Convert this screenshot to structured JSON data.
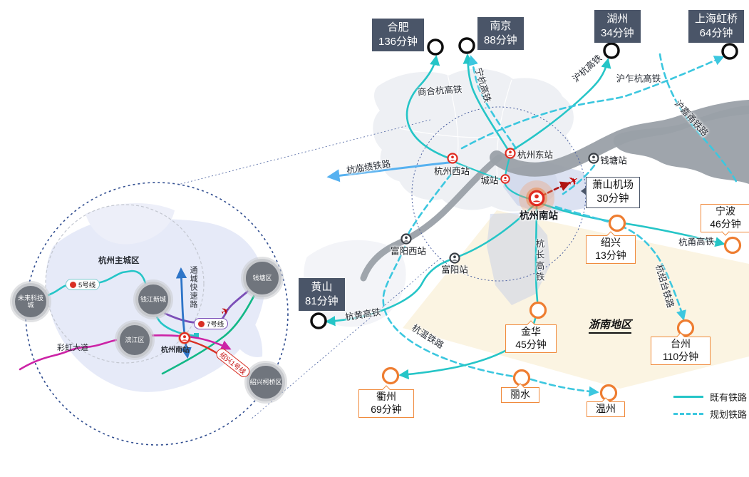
{
  "legend": {
    "existing_label": "既有铁路",
    "planned_label": "规划铁路"
  },
  "region": {
    "south_zhejiang": "浙南地区"
  },
  "destinations": {
    "hefei": {
      "city": "合肥",
      "time": "136分钟"
    },
    "nanjing": {
      "city": "南京",
      "time": "88分钟"
    },
    "huzhou": {
      "city": "湖州",
      "time": "34分钟"
    },
    "shanghai_hongqiao": {
      "city": "上海虹桥",
      "time": "64分钟"
    },
    "huangshan": {
      "city": "黄山",
      "time": "81分钟"
    },
    "ningbo": {
      "city": "宁波",
      "time": "46分钟"
    },
    "shaoxing": {
      "city": "绍兴",
      "time": "13分钟"
    },
    "taizhou": {
      "city": "台州",
      "time": "110分钟"
    },
    "jinhua": {
      "city": "金华",
      "time": "45分钟"
    },
    "quzhou": {
      "city": "衢州",
      "time": "69分钟"
    },
    "lishui": {
      "city": "丽水"
    },
    "wenzhou": {
      "city": "温州"
    },
    "xiaoshan_airport": {
      "name": "萧山机场",
      "time": "30分钟"
    }
  },
  "stations": {
    "hangzhou_west": "杭州西站",
    "hangzhou_east": "杭州东站",
    "chengzhan": "城站",
    "qiantang": "钱塘站",
    "hangzhou_south": "杭州南站",
    "fuyang_west": "富阳西站",
    "fuyang": "富阳站"
  },
  "railways": {
    "shang_he_hang": "商合杭高铁",
    "ning_hang": "宁杭高铁",
    "hu_hang": "沪杭高铁",
    "hu_zha_hang": "沪乍杭高铁",
    "hu_jia_yong": "沪嘉甬铁路",
    "hang_lin_ji": "杭临绩铁路",
    "hang_huang": "杭黄高铁",
    "hang_wen": "杭温铁路",
    "hang_chang": "杭长高铁",
    "hang_yong": "杭甬高铁",
    "hang_shao_tai": "杭绍台铁路"
  },
  "inset": {
    "main_city_label": "杭州主城区",
    "station_label": "杭州南站",
    "nodes": {
      "future_sci_tech_city": "未来科技城",
      "qianjiang_new_town": "钱江新城",
      "binjiang_district": "滨江区",
      "qiantang_district": "钱塘区",
      "shaoxing_keqiao": "绍兴柯桥区"
    },
    "roads": {
      "tongcheng_expressway": "通城快速路",
      "caihong_avenue": "彩虹大道"
    },
    "metro": {
      "line5": "5号线",
      "line7": "7号线",
      "shaoxing_line1": "绍兴1号线"
    }
  },
  "icons": {
    "airplane": "✈"
  },
  "colors": {
    "existing_rail": "#25C5C7",
    "planned_rail": "#3CC7DF",
    "hanglinji_rail": "#56B1F0",
    "callout_dark": "#4A5568",
    "orange": "#F08A3C",
    "station_red": "#E02B20",
    "airport_red": "#B01513",
    "metro5_teal": "#25C5C7",
    "metro7_purple": "#7C4FB8",
    "shaoxing_line1_red": "#D93025",
    "road_blue": "#2E75C8",
    "caihong_magenta": "#CC23A6",
    "green_line": "#12B886"
  }
}
